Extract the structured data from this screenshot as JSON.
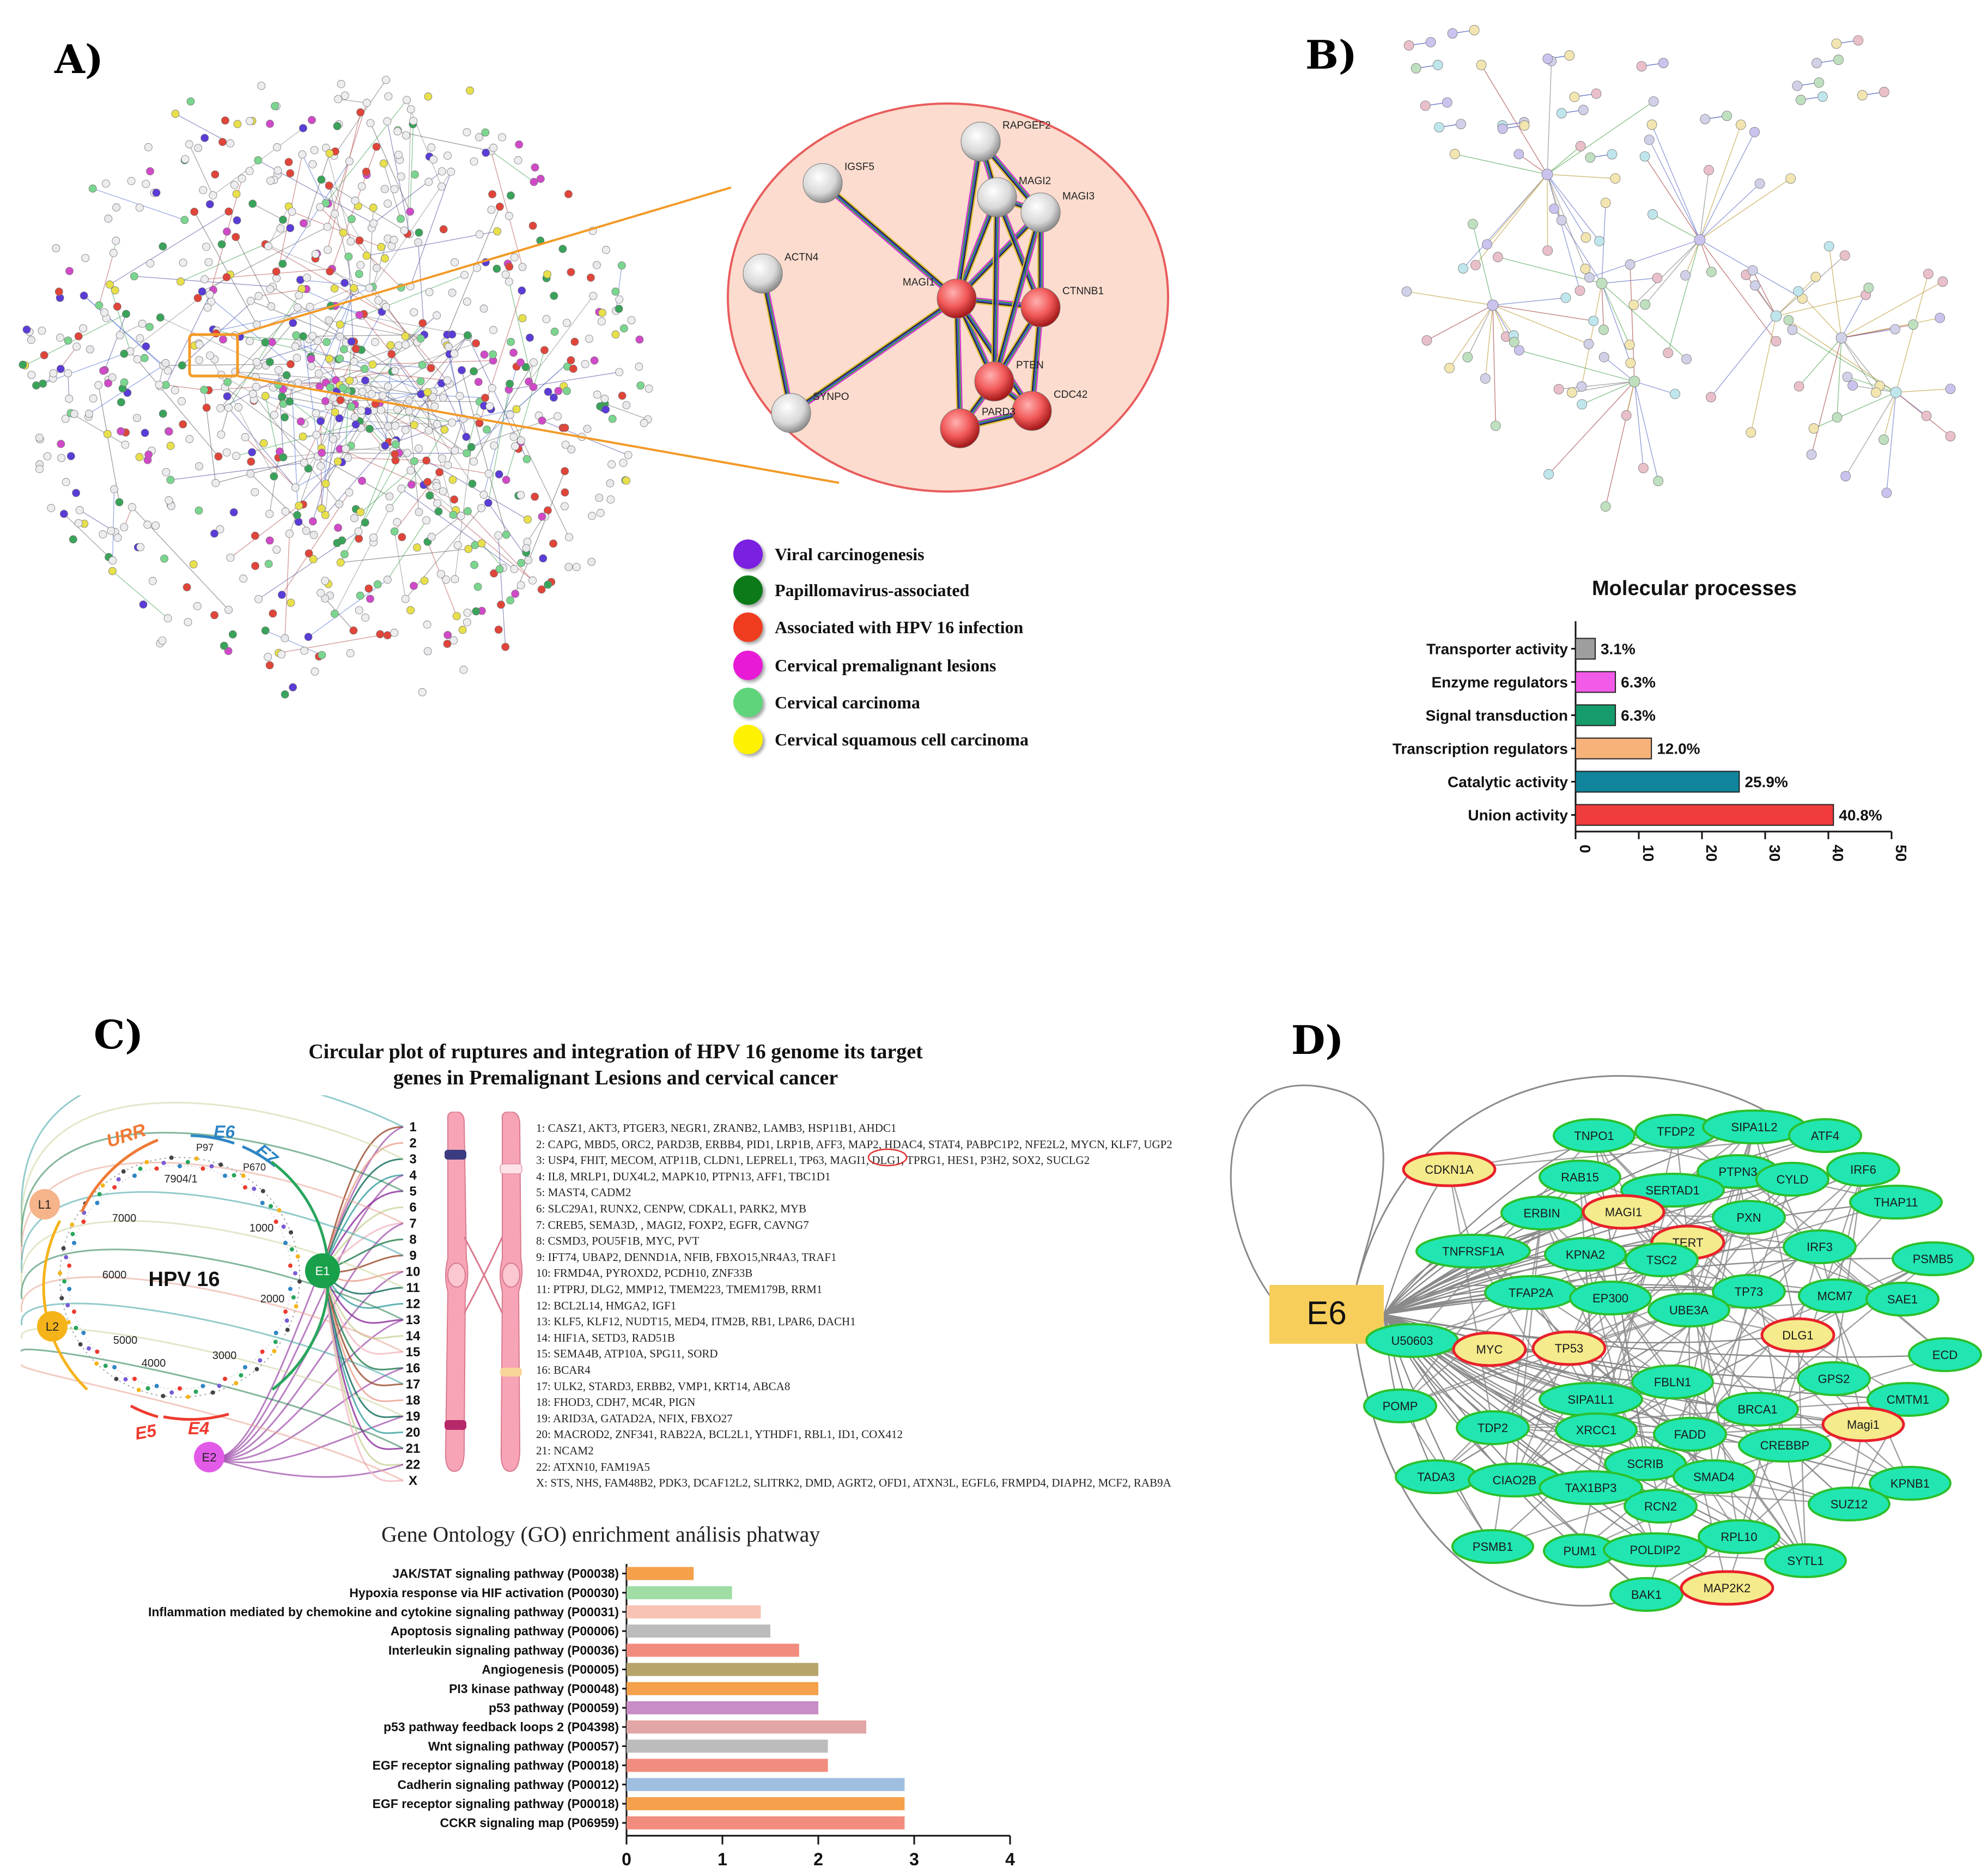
{
  "panels": {
    "a": "A)",
    "b": "B)",
    "c": "C)",
    "d": "D)"
  },
  "panel_a": {
    "zoom_nodes": [
      {
        "label": "IGSF5",
        "color": "gray"
      },
      {
        "label": "RAPGEF2",
        "color": "gray"
      },
      {
        "label": "MAGI2",
        "color": "gray"
      },
      {
        "label": "MAGI3",
        "color": "gray"
      },
      {
        "label": "ACTN4",
        "color": "gray"
      },
      {
        "label": "MAGI1",
        "color": "red"
      },
      {
        "label": "CTNNB1",
        "color": "red"
      },
      {
        "label": "PTEN",
        "color": "red"
      },
      {
        "label": "CDC42",
        "color": "red"
      },
      {
        "label": "SYNPO",
        "color": "gray"
      },
      {
        "label": "PARD3",
        "color": "red"
      }
    ],
    "legend": [
      {
        "label": "Viral carcinogenesis",
        "color": "#7b1fe0"
      },
      {
        "label": "Papillomavirus-associated",
        "color": "#0d7a1a"
      },
      {
        "label": "Associated with HPV 16 infection",
        "color": "#f03c1e"
      },
      {
        "label": "Cervical premalignant lesions",
        "color": "#e81ad6"
      },
      {
        "label": "Cervical carcinoma",
        "color": "#5fd47a"
      },
      {
        "label": "Cervical squamous cell carcinoma",
        "color": "#fff200"
      }
    ]
  },
  "panel_b": {
    "chart_title": "Molecular processes"
  },
  "panel_c": {
    "title_line1": "Circular plot of ruptures and integration of HPV 16 genome its target",
    "title_line2": "genes in Premalignant Lesions  and cervical cancer",
    "genome": {
      "center": "HPV 16",
      "positions": [
        "7904/1",
        "1000",
        "2000",
        "3000",
        "4000",
        "5000",
        "6000",
        "7000"
      ],
      "promoters": [
        "P97",
        "P670"
      ],
      "regions": [
        "URR",
        "E6",
        "E7",
        "E5",
        "E4"
      ],
      "genes": [
        "L1",
        "L2",
        "E1",
        "E2"
      ]
    },
    "chromosome_labels": [
      "1",
      "2",
      "3",
      "4",
      "5",
      "6",
      "7",
      "8",
      "9",
      "10",
      "11",
      "12",
      "13",
      "14",
      "15",
      "16",
      "17",
      "18",
      "19",
      "20",
      "21",
      "22",
      "X"
    ],
    "gene_rows": [
      "1: CASZ1, AKT3, PTGER3, NEGR1, ZRANB2, LAMB3, HSP11B1, AHDC1",
      "2: CAPG, MBD5, ORC2, PARD3B, ERBB4, PID1, LRP1B, AFF3, MAP2, HDAC4, STAT4, PABPC1P2, NFE2L2, MYCN, KLF7, UGP2",
      "3: USP4, FHIT, MECOM, ATP11B, CLDN1, LEPREL1, TP63, MAGI1, DLG1, TPRG1, HES1, P3H2, SOX2, SUCLG2",
      "4: IL8, MRLP1, DUX4L2, MAPK10, PTPN13, AFF1, TBC1D1",
      "5: MAST4, CADM2",
      "6: SLC29A1, RUNX2, CENPW, CDKAL1, PARK2, MYB",
      "7: CREB5, SEMA3D, , MAGI2, FOXP2, EGFR, CAVNG7",
      "8: CSMD3, POU5F1B, MYC, PVT",
      "9: IFT74, UBAP2, DENND1A, NFIB, FBXO15,NR4A3, TRAF1",
      "10: FRMD4A, PYROXD2, PCDH10, ZNF33B",
      "11: PTPRJ, DLG2, MMP12, TMEM223, TMEM179B, RRM1",
      "12: BCL2L14, HMGA2, IGF1",
      "13: KLF5, KLF12, NUDT15, MED4, ITM2B, RB1, LPAR6, DACH1",
      "14: HIF1A, SETD3, RAD51B",
      "15: SEMA4B, ATP10A, SPG11, SORD",
      "16: BCAR4",
      "17: ULK2, STARD3, ERBB2, VMP1, KRT14, ABCA8",
      "18: FHOD3, CDH7, MC4R, PIGN",
      "19: ARID3A, GATAD2A, NFIX, FBXO27",
      "20: MACROD2, ZNF341, RAB22A, BCL2L1, YTHDF1, RBL1, ID1, COX412",
      "21: NCAM2",
      "22: ATXN10, FAM19A5",
      "X: STS, NHS, FAM48B2, PDK3, DCAF12L2, SLITRK2, DMD, AGRT2, OFD1, ATXN3L, EGFL6, FRMPD4, DIAPH2, MCF2, RAB9A"
    ],
    "go_title": "Gene Ontology (GO) enrichment análisis phatway"
  },
  "panel_d": {
    "hub": "E6",
    "nodes": [
      {
        "label": "TNPO1",
        "highlight": false
      },
      {
        "label": "TFDP2",
        "highlight": false
      },
      {
        "label": "SIPA1L2",
        "highlight": false
      },
      {
        "label": "ATF4",
        "highlight": false
      },
      {
        "label": "PTPN3",
        "highlight": false
      },
      {
        "label": "CDKN1A",
        "highlight": true
      },
      {
        "label": "RAB15",
        "highlight": false
      },
      {
        "label": "IRF6",
        "highlight": false
      },
      {
        "label": "CYLD",
        "highlight": false
      },
      {
        "label": "SERTAD1",
        "highlight": false
      },
      {
        "label": "THAP11",
        "highlight": false
      },
      {
        "label": "ERBIN",
        "highlight": false
      },
      {
        "label": "MAGI1",
        "highlight": true
      },
      {
        "label": "PXN",
        "highlight": false
      },
      {
        "label": "TERT",
        "highlight": true
      },
      {
        "label": "IRF3",
        "highlight": false
      },
      {
        "label": "TNFRSF1A",
        "highlight": false
      },
      {
        "label": "PSMB5",
        "highlight": false
      },
      {
        "label": "KPNA2",
        "highlight": false
      },
      {
        "label": "TSC2",
        "highlight": false
      },
      {
        "label": "TP73",
        "highlight": false
      },
      {
        "label": "MCM7",
        "highlight": false
      },
      {
        "label": "SAE1",
        "highlight": false
      },
      {
        "label": "TFAP2A",
        "highlight": false
      },
      {
        "label": "EP300",
        "highlight": false
      },
      {
        "label": "UBE3A",
        "highlight": false
      },
      {
        "label": "DLG1",
        "highlight": true
      },
      {
        "label": "U50603",
        "highlight": false
      },
      {
        "label": "MYC",
        "highlight": true
      },
      {
        "label": "TP53",
        "highlight": true
      },
      {
        "label": "ECD",
        "highlight": false
      },
      {
        "label": "FBLN1",
        "highlight": false
      },
      {
        "label": "GPS2",
        "highlight": false
      },
      {
        "label": "CMTM1",
        "highlight": false
      },
      {
        "label": "POMP",
        "highlight": false
      },
      {
        "label": "SIPA1L1",
        "highlight": false
      },
      {
        "label": "BRCA1",
        "highlight": false
      },
      {
        "label": "Magi1",
        "highlight": true
      },
      {
        "label": "TDP2",
        "highlight": false
      },
      {
        "label": "XRCC1",
        "highlight": false
      },
      {
        "label": "FADD",
        "highlight": false
      },
      {
        "label": "CREBBP",
        "highlight": false
      },
      {
        "label": "SCRIB",
        "highlight": false
      },
      {
        "label": "TADA3",
        "highlight": false
      },
      {
        "label": "CIAO2B",
        "highlight": false
      },
      {
        "label": "TAX1BP3",
        "highlight": false
      },
      {
        "label": "SMAD4",
        "highlight": false
      },
      {
        "label": "KPNB1",
        "highlight": false
      },
      {
        "label": "RCN2",
        "highlight": false
      },
      {
        "label": "SUZ12",
        "highlight": false
      },
      {
        "label": "PSMB1",
        "highlight": false
      },
      {
        "label": "PUM1",
        "highlight": false
      },
      {
        "label": "POLDIP2",
        "highlight": false
      },
      {
        "label": "RPL10",
        "highlight": false
      },
      {
        "label": "SYTL1",
        "highlight": false
      },
      {
        "label": "BAK1",
        "highlight": false
      },
      {
        "label": "MAP2K2",
        "highlight": true
      }
    ]
  },
  "chart_data": [
    {
      "type": "bar",
      "orientation": "horizontal",
      "title": "Molecular processes",
      "categories": [
        "Transporter activity",
        "Enzyme regulators",
        "Signal transduction",
        "Transcription regulators",
        "Catalytic activity",
        "Union activity"
      ],
      "values": [
        3.1,
        6.3,
        6.3,
        12.0,
        25.9,
        40.8
      ],
      "value_labels": [
        "3.1%",
        "6.3%",
        "6.3%",
        "12.0%",
        "25.9%",
        "40.8%"
      ],
      "colors": [
        "#9e9e9e",
        "#f25ae8",
        "#169b6b",
        "#f7b27a",
        "#10849a",
        "#f03c3c"
      ],
      "xlim": [
        0,
        50
      ],
      "xticks": [
        "0",
        "10",
        "20",
        "30",
        "40",
        "50"
      ],
      "grid": false
    },
    {
      "type": "bar",
      "orientation": "horizontal",
      "title": "Gene Ontology (GO) enrichment análisis phatway",
      "categories": [
        "JAK/STAT signaling pathway (P00038)",
        "Hypoxia response via HIF activation (P00030)",
        "Inflammation mediated by chemokine and cytokine signaling pathway (P00031)",
        "Apoptosis signaling pathway (P00006)",
        "Interleukin signaling pathway (P00036)",
        "Angiogenesis (P00005)",
        "PI3 kinase pathway (P00048)",
        "p53 pathway (P00059)",
        "p53 pathway feedback loops 2 (P04398)",
        "Wnt signaling pathway (P00057)",
        "EGF receptor signaling pathway (P00018)",
        "Cadherin signaling pathway (P00012)",
        "EGF receptor signaling pathway (P00018)",
        "CCKR signaling map (P06959)"
      ],
      "values": [
        0.7,
        1.1,
        1.4,
        1.5,
        1.8,
        2.0,
        2.0,
        2.0,
        2.5,
        2.1,
        2.1,
        2.9,
        2.9,
        2.9
      ],
      "colors": [
        "#f5a04a",
        "#9fdda4",
        "#f9c3b3",
        "#bcbcbc",
        "#f28c7e",
        "#b7a46a",
        "#f5a04a",
        "#c88cc6",
        "#e2a6a6",
        "#bcbcbc",
        "#f28c7e",
        "#9fbfe0",
        "#f5a04a",
        "#f28c7e"
      ],
      "xlim": [
        0,
        4
      ],
      "xticks": [
        "0",
        "1",
        "2",
        "3",
        "4"
      ],
      "grid": false
    }
  ]
}
